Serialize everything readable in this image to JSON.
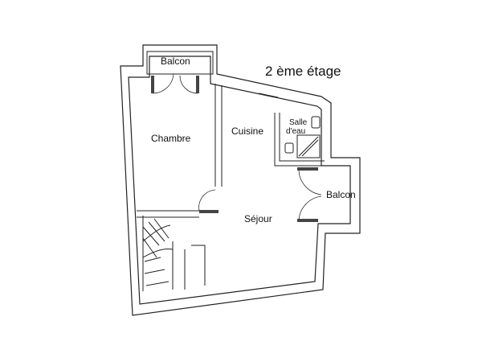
{
  "title": "2 ème étage",
  "rooms": {
    "balcon_top": "Balcon",
    "chambre": "Chambre",
    "cuisine": "Cuisine",
    "salle_line1": "Salle",
    "salle_line2": "d'eau",
    "balcon_right": "Balcon",
    "sejour": "Séjour"
  },
  "colors": {
    "wall": "#222222",
    "background": "#ffffff"
  }
}
